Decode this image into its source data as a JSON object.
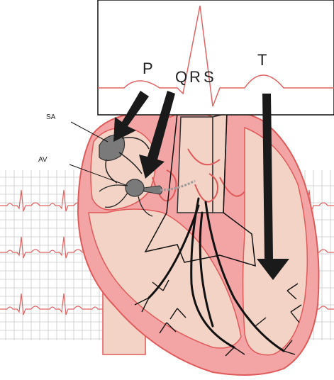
{
  "diagram": {
    "wave_labels": {
      "p": "P",
      "q": "Q",
      "r": "R",
      "s": "S",
      "t": "T"
    },
    "node_labels": {
      "sa": "SA",
      "av": "AV"
    },
    "colors": {
      "ecg_line": "#e06464",
      "heart_outer": "#f3a5a5",
      "heart_outline": "#e05a5a",
      "heart_inner": "#f2d3c6",
      "node_gray": "#7a7a7a",
      "arrow": "#1a1a1a",
      "grid": "#c8c8c8"
    }
  }
}
